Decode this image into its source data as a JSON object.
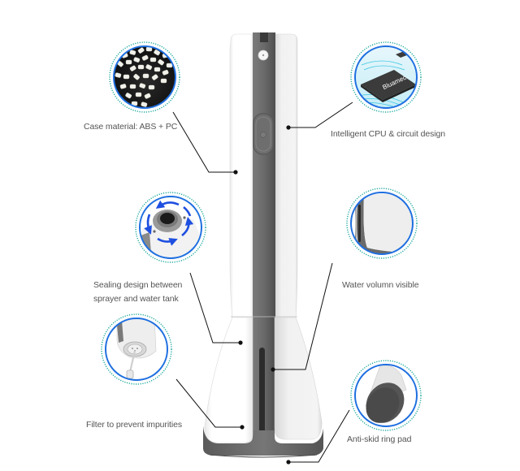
{
  "product": "Oral irrigator / water flosser feature diagram",
  "colors": {
    "background": "#ffffff",
    "body_white": "#f4f4f4",
    "body_gray": "#6b6b6b",
    "body_dark": "#4a4a4a",
    "ring_blue": "#1e6fe0",
    "ring_dotted": "#1aa79a",
    "label_text": "#555555",
    "leader_line": "#111111"
  },
  "features": [
    {
      "id": "case-material",
      "label": "Case material: ABS + PC",
      "icon": "plastic-pellets-icon"
    },
    {
      "id": "cpu",
      "label": "Intelligent CPU & circuit design",
      "icon": "cpu-chip-icon",
      "chip_text": "Bluamec"
    },
    {
      "id": "sealing",
      "label": "Sealing design between\nsprayer and water tank",
      "icon": "rotate-seal-icon"
    },
    {
      "id": "water-volume",
      "label": "Water volumn visible",
      "icon": "water-window-icon"
    },
    {
      "id": "filter",
      "label": "Filter to prevent impurities",
      "icon": "filter-icon"
    },
    {
      "id": "anti-skid",
      "label": "Anti-skid ring pad",
      "icon": "ring-pad-icon"
    }
  ]
}
